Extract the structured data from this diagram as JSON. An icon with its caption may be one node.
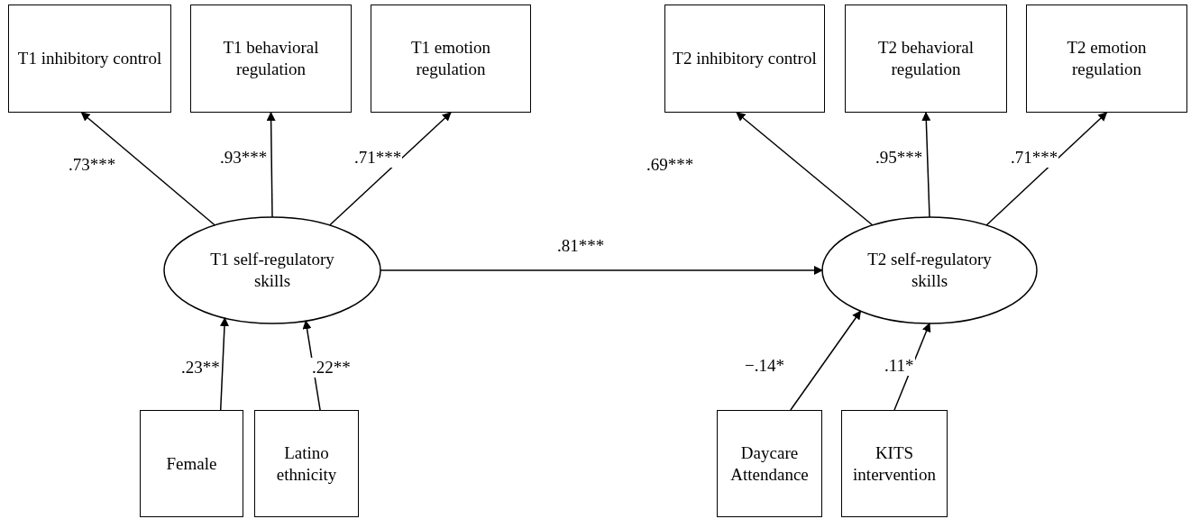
{
  "diagram": {
    "nodes": [
      {
        "text": [
          "T1 inhibitory control"
        ]
      },
      {
        "text": [
          "T1 behavioral regulation"
        ]
      },
      {
        "text": [
          "T1 emotion regulation"
        ]
      },
      {
        "text": [
          "T2 inhibitory control"
        ]
      },
      {
        "text": [
          "T2 behavioral regulation"
        ]
      },
      {
        "text": [
          "T2 emotion regulation"
        ]
      },
      {
        "text": [
          "T1 self-regulatory skills"
        ]
      },
      {
        "text": [
          "T2 self-regulatory skills"
        ]
      },
      {
        "text": [
          "Female"
        ]
      },
      {
        "text": [
          "Latino ethnicity"
        ]
      },
      {
        "text": [
          "Daycare Attendance"
        ]
      },
      {
        "text": [
          "KITS intervention"
        ]
      }
    ],
    "edges": [
      {
        "from": 6,
        "to": 0,
        "arrow": "to",
        "label": ".73***"
      },
      {
        "from": 6,
        "to": 1,
        "arrow": "to",
        "label": ".93***"
      },
      {
        "from": 6,
        "to": 2,
        "arrow": "to",
        "label": ".71***"
      },
      {
        "from": 7,
        "to": 3,
        "arrow": "to",
        "label": ".69***"
      },
      {
        "from": 7,
        "to": 4,
        "arrow": "to",
        "label": ".95***"
      },
      {
        "from": 7,
        "to": 5,
        "arrow": "to",
        "label": ".71***"
      },
      {
        "from": 6,
        "to": 7,
        "arrow": "to",
        "label": ".81***"
      },
      {
        "from": 8,
        "to": 6,
        "arrow": "to",
        "label": ".23**"
      },
      {
        "from": 9,
        "to": 6,
        "arrow": "to",
        "label": ".22**"
      },
      {
        "from": 10,
        "to": 7,
        "arrow": "to",
        "label": "−.14*"
      },
      {
        "from": 11,
        "to": 7,
        "arrow": "to",
        "label": ".11*"
      }
    ]
  }
}
